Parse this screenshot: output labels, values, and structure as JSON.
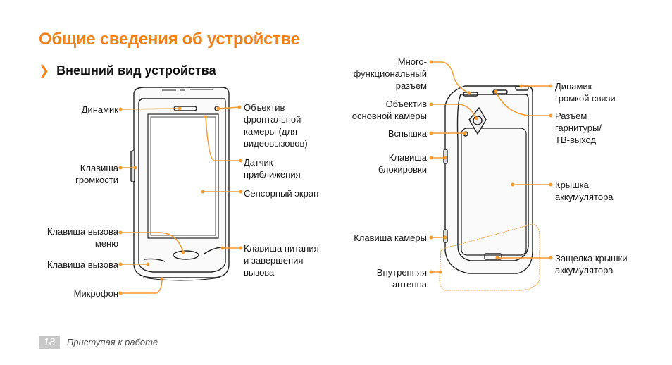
{
  "page": {
    "title": "Общие сведения об устройстве",
    "section": "Внешний вид устройства",
    "section_bullet": "❯",
    "page_number": "18",
    "footer": "Приступая к работе"
  },
  "front": {
    "speaker": "Динамик",
    "volume_key": "Клавиша\nгромкости",
    "menu_key": "Клавиша вызова\nменю",
    "call_key": "Клавиша вызова",
    "microphone": "Микрофон",
    "front_camera": "Объектив\nфронтальной\nкамеры (для\nвидеовызовов)",
    "proximity": "Датчик\nприближения",
    "touchscreen": "Сенсорный экран",
    "power_key": "Клавиша питания\nи завершения\nвызова"
  },
  "back": {
    "connector": "Много-\nфункциональный\nразъем",
    "main_camera": "Объектив\nосновной камеры",
    "flash": "Вспышка",
    "lock_key": "Клавиша\nблокировки",
    "camera_key": "Клавиша камеры",
    "antenna": "Внутренняя\nантенна",
    "loudspeaker": "Динамик\nгромкой связи",
    "headset": "Разъем\nгарнитуры/\nТВ-выход",
    "cover": "Крышка\nаккумулятора",
    "latch": "Защелка крышки\nаккумулятора"
  },
  "colors": {
    "accent": "#f0821e",
    "pointer": "#f39c34"
  }
}
